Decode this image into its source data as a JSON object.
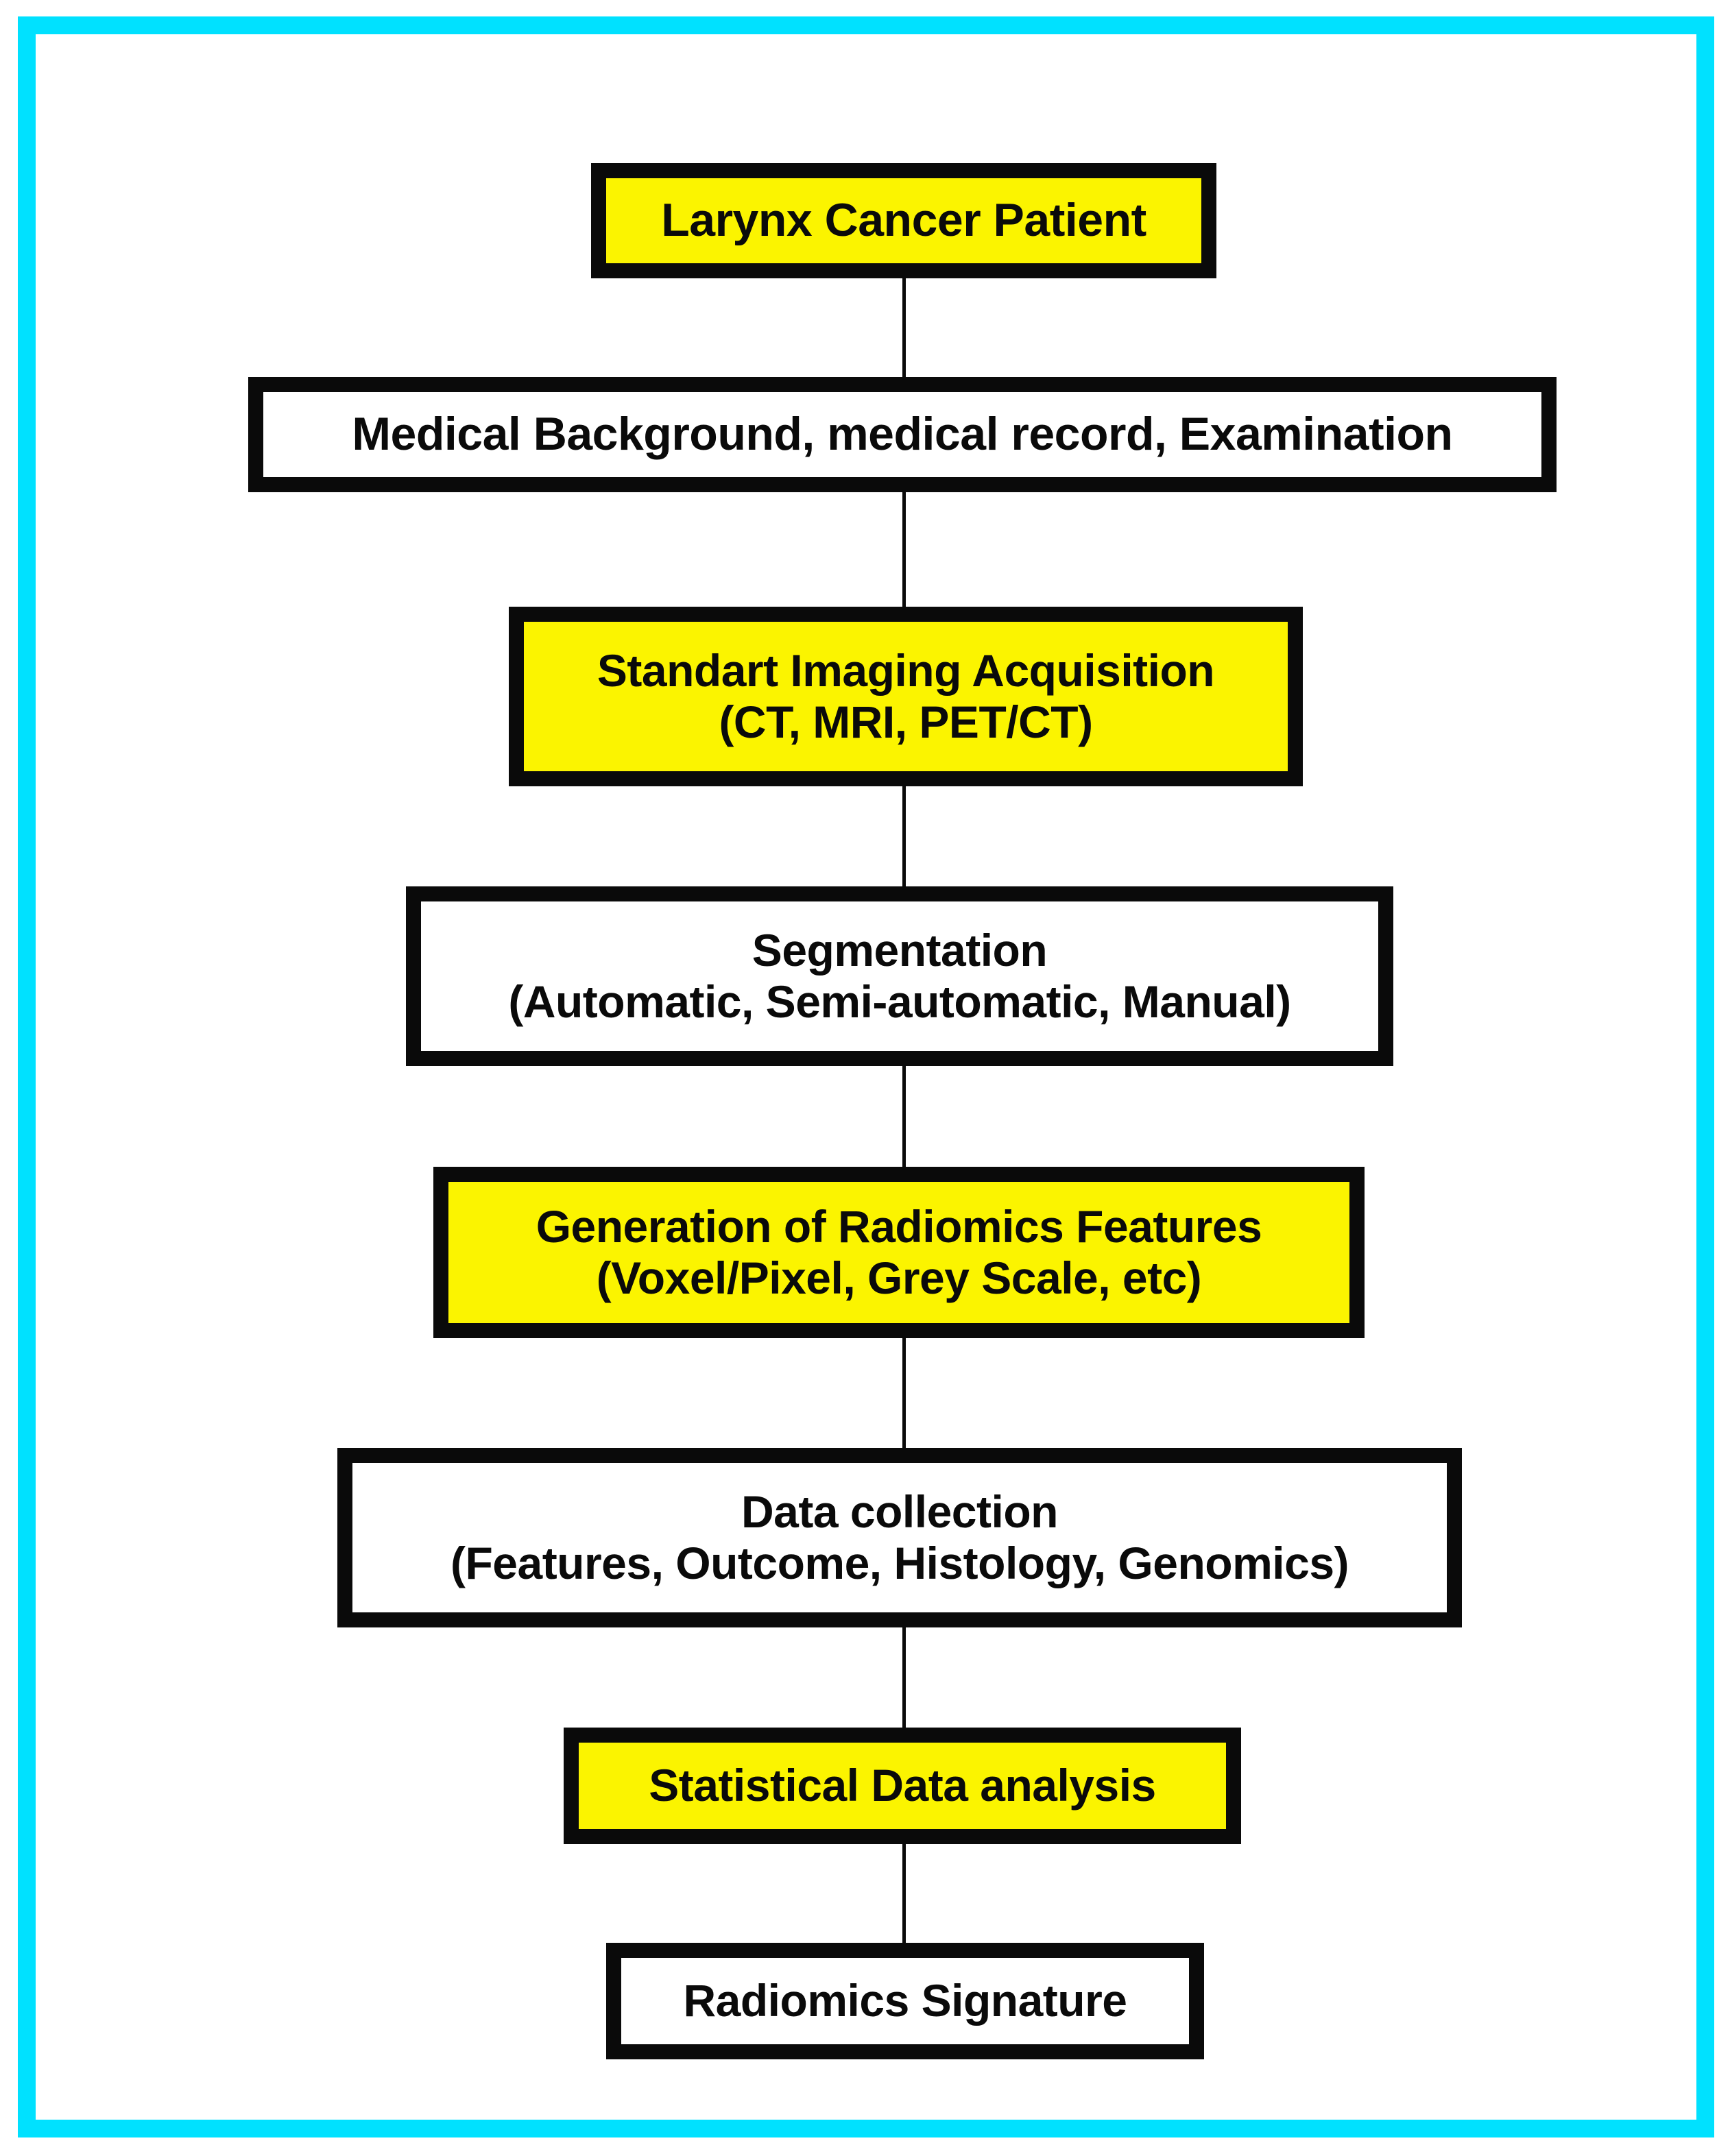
{
  "figure": {
    "type": "flowchart",
    "orientation": "vertical",
    "frame_color": "#00e1ff",
    "highlight_color": "#fbf400",
    "plain_color": "#ffffff",
    "border_color": "#0a0a0a"
  },
  "nodes": [
    {
      "id": "larynx-cancer-patient",
      "fill": "yellow",
      "lines": [
        "Larynx Cancer Patient"
      ]
    },
    {
      "id": "medical-background",
      "fill": "white",
      "lines": [
        "Medical Background, medical record, Examination"
      ]
    },
    {
      "id": "standart-imaging-acquisition",
      "fill": "yellow",
      "lines": [
        "Standart Imaging Acquisition",
        "(CT, MRI, PET/CT)"
      ]
    },
    {
      "id": "segmentation",
      "fill": "white",
      "lines": [
        "Segmentation",
        "(Automatic, Semi-automatic, Manual)"
      ]
    },
    {
      "id": "generation-of-radiomics-features",
      "fill": "yellow",
      "lines": [
        "Generation of Radiomics Features",
        "(Voxel/Pixel, Grey Scale, etc)"
      ]
    },
    {
      "id": "data-collection",
      "fill": "white",
      "lines": [
        "Data collection",
        "(Features, Outcome, Histology, Genomics)"
      ]
    },
    {
      "id": "statistical-data-analysis",
      "fill": "yellow",
      "lines": [
        "Statistical Data analysis"
      ]
    },
    {
      "id": "radiomics-signature",
      "fill": "white",
      "lines": [
        "Radiomics Signature"
      ]
    }
  ],
  "connectors": [
    {
      "from": "larynx-cancer-patient",
      "to": "medical-background"
    },
    {
      "from": "medical-background",
      "to": "standart-imaging-acquisition"
    },
    {
      "from": "standart-imaging-acquisition",
      "to": "segmentation"
    },
    {
      "from": "segmentation",
      "to": "generation-of-radiomics-features"
    },
    {
      "from": "generation-of-radiomics-features",
      "to": "data-collection"
    },
    {
      "from": "data-collection",
      "to": "statistical-data-analysis"
    },
    {
      "from": "statistical-data-analysis",
      "to": "radiomics-signature"
    }
  ]
}
